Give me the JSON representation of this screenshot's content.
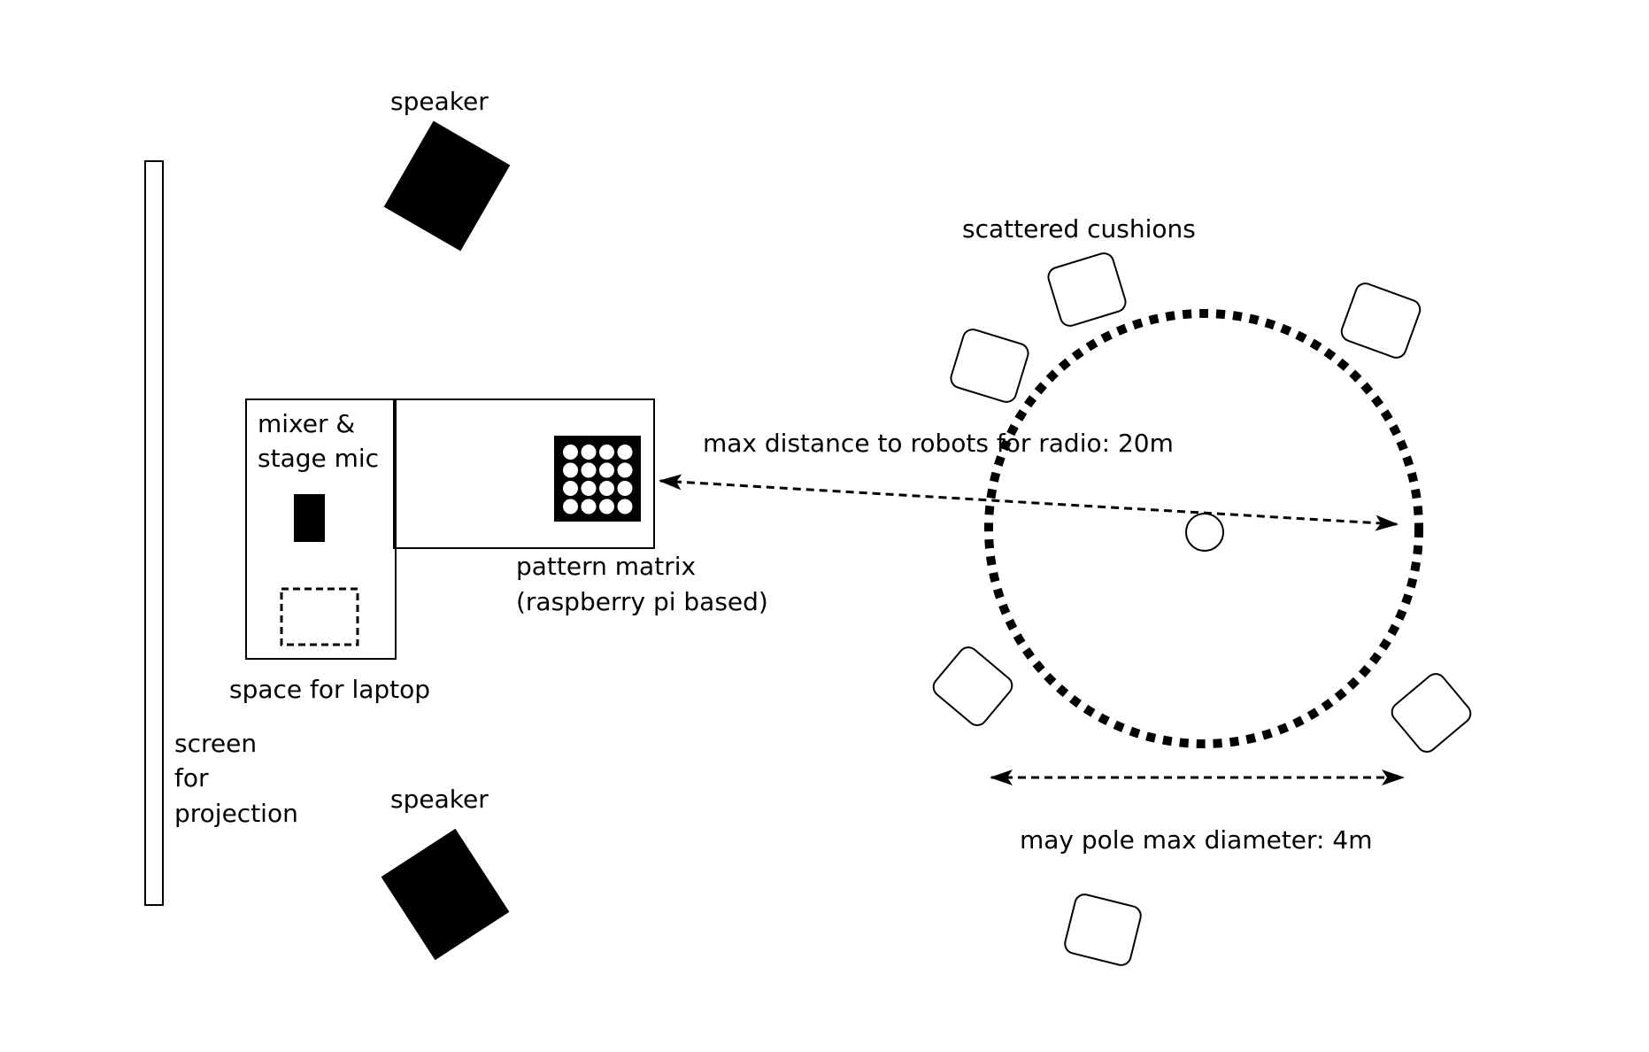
{
  "colors": {
    "ink": "#000000",
    "paper": "#ffffff"
  },
  "labels": {
    "speaker_top": "speaker",
    "speaker_bottom": "speaker",
    "screen_line1": "screen",
    "screen_line2": "for",
    "screen_line3": "projection",
    "mixer_line1": "mixer &",
    "mixer_line2": "stage mic",
    "laptop": "space for laptop",
    "matrix_line1": "pattern matrix",
    "matrix_line2": "(raspberry pi based)",
    "cushions": "scattered cushions",
    "radio_distance": "max distance to robots for radio: 20m",
    "maypole_diameter": "may pole max diameter: 4m"
  },
  "icons": {
    "speaker": "speaker-icon",
    "cushion": "cushion-icon",
    "matrix": "led-matrix-icon",
    "maypole": "maypole-icon"
  }
}
